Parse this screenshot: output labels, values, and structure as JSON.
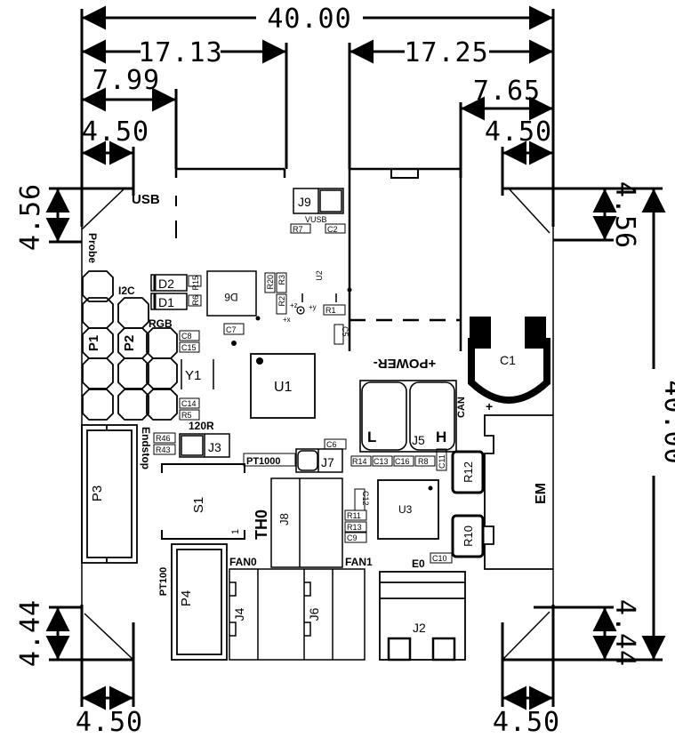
{
  "dimensions": {
    "width_total": "40.00",
    "left_width": "17.13",
    "right_width": "17.25",
    "left_usb": "7.99",
    "right_c1": "7.65",
    "left_hole_top": "4.50",
    "right_hole_top": "4.50",
    "left_hole_bottom": "4.50",
    "right_hole_bottom": "4.50",
    "height_total": "40.00",
    "top_left_hole": "4.56",
    "top_right_hole": "4.56",
    "bottom_left_hole": "4.44",
    "bottom_right_hole": "4.44"
  },
  "labels": {
    "usb": "USB",
    "j9": "J9",
    "vusb": "VUSB",
    "r7": "R7",
    "c2": "C2",
    "probe": "Probe",
    "i2c": "I2C",
    "d2": "D2",
    "d1": "D1",
    "r15": "R15",
    "r6": "R6",
    "d6": "D6",
    "r20": "R20",
    "r3": "R3",
    "r2": "R2",
    "u2": "U2",
    "r1": "R1",
    "axis_z": "+z",
    "axis_y": "+y",
    "axis_x": "+x",
    "c5": "C5",
    "c7": "C7",
    "rgb": "RGB",
    "c8": "C8",
    "c15": "C15",
    "p1": "P1",
    "p2": "P2",
    "y1": "Y1",
    "u1": "U1",
    "c14": "C14",
    "r5": "R5",
    "power": "+POWER-",
    "c1": "C1",
    "c1_plus": "+",
    "can": "CAN",
    "j5_l": "L",
    "j5_h": "H",
    "j5": "J5",
    "endstop": "Endstop",
    "r120": "120R",
    "r46": "R46",
    "r43": "R43",
    "j3": "J3",
    "c6": "C6",
    "pt1000": "PT1000",
    "j7": "J7",
    "r14": "R14",
    "c13": "C13",
    "c16": "C16",
    "r8": "R8",
    "c11": "C11",
    "r12": "R12",
    "em": "EM",
    "p3": "P3",
    "s1": "S1",
    "s1_pin": "1",
    "th0": "TH0",
    "j8": "J8",
    "c12": "C12",
    "r11": "R11",
    "r13": "R13",
    "c9": "C9",
    "u3": "U3",
    "r10": "R10",
    "c10": "C10",
    "e0": "E0",
    "pt100": "PT100",
    "p4": "P4",
    "fan0": "FAN0",
    "fan1": "FAN1",
    "j4": "J4",
    "j6": "J6",
    "j2": "J2"
  }
}
